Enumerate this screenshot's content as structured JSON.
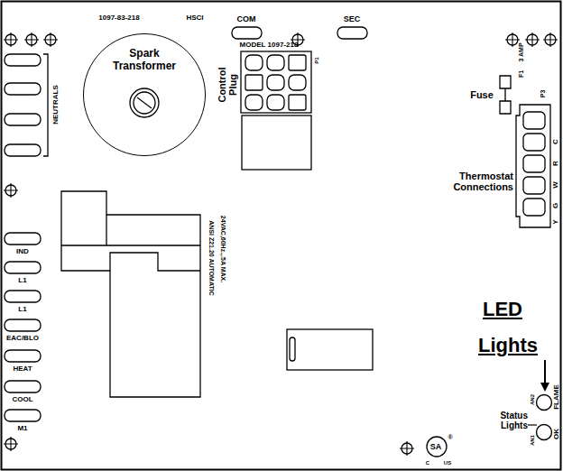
{
  "diagram": {
    "nodes": [
      {
        "text": [
          "Spark Transformer"
        ]
      }
    ],
    "labels": [
      "1097-83-218",
      "HSCI",
      "MODEL 1097-218",
      "COM",
      "SEC",
      "NEUTRALS",
      "Control Plug",
      "P1",
      "Fuse",
      "F1",
      "3 AMP",
      "P3",
      "Thermostat Connections",
      "C",
      "R",
      "W",
      "G",
      "Y",
      "24VAC,60Hz.,.5A MAX.",
      "ANSI Z21.20 AUTOMATIC",
      "IND",
      "L1",
      "L1",
      "EAC/BLO",
      "HEAT",
      "COOL",
      "M1",
      "LED",
      "Lights",
      "Status Lights",
      "AN2",
      "FLAME",
      "AN1",
      "OK",
      "SA",
      "®",
      "C",
      "US"
    ]
  }
}
